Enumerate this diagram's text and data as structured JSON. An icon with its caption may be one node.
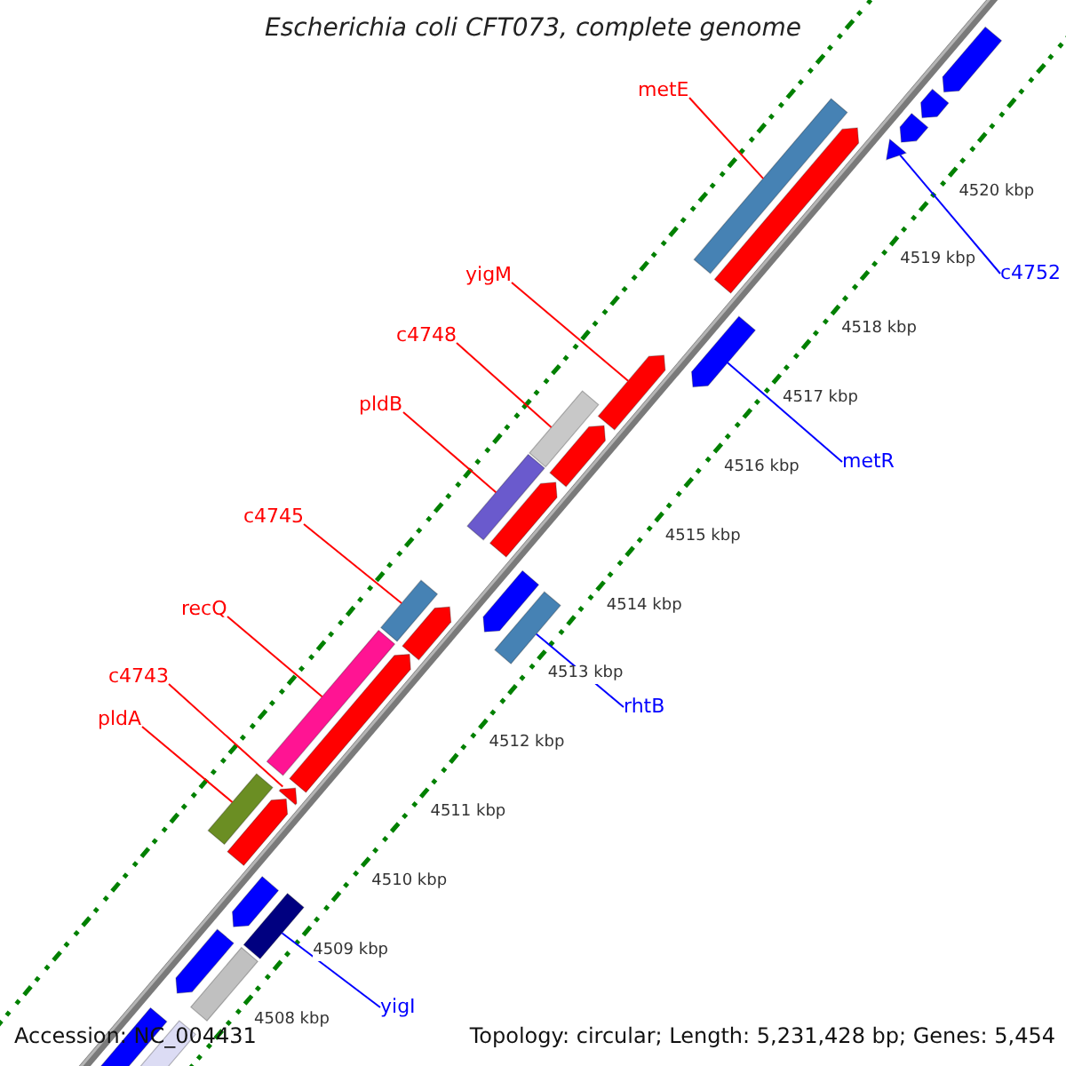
{
  "diagram": {
    "title": "Escherichia coli CFT073, complete genome",
    "nodes": [
      {
        "text": [
          "metE"
        ]
      },
      {
        "text": [],
        "shape": "bar"
      },
      {
        "text": [
          "yigM"
        ]
      },
      {
        "text": [],
        "shape": "arrow"
      },
      {
        "text": [
          "c4748"
        ]
      },
      {
        "text": [],
        "shape": "bar"
      },
      {
        "text": [
          "pldB"
        ]
      },
      {
        "text": [],
        "shape": "bar"
      },
      {
        "text": [
          "c4745"
        ]
      },
      {
        "text": [],
        "shape": "bar"
      },
      {
        "text": [
          "recQ"
        ]
      },
      {
        "text": [],
        "shape": "bar"
      },
      {
        "text": [
          "c4743"
        ]
      },
      {
        "text": [],
        "shape": "arrow"
      },
      {
        "text": [
          "pldA"
        ]
      },
      {
        "text": [],
        "shape": "bar"
      },
      {
        "text": [
          "c4752"
        ]
      },
      {
        "text": [],
        "shape": "arrow"
      },
      {
        "text": [
          "metR"
        ]
      },
      {
        "text": [],
        "shape": "arrow"
      },
      {
        "text": [
          "rhtB"
        ]
      },
      {
        "text": [],
        "shape": "bar"
      },
      {
        "text": [
          "yigI"
        ]
      },
      {
        "text": [],
        "shape": "bar"
      },
      {
        "text": [],
        "shape": "arrow"
      },
      {
        "text": [],
        "shape": "arrow"
      },
      {
        "text": [],
        "shape": "arrow"
      },
      {
        "text": [],
        "shape": "arrow"
      },
      {
        "text": [],
        "shape": "arrow"
      },
      {
        "text": [],
        "shape": "arrow"
      },
      {
        "text": [],
        "shape": "arrow"
      },
      {
        "text": [],
        "shape": "arrow"
      },
      {
        "text": [],
        "shape": "arrow"
      },
      {
        "text": [],
        "shape": "arrow"
      },
      {
        "text": [],
        "shape": "arrow"
      },
      {
        "text": [],
        "shape": "arrow"
      },
      {
        "text": [],
        "shape": "bar"
      },
      {
        "text": [],
        "shape": "arrow"
      },
      {
        "text": [],
        "shape": "bar"
      }
    ],
    "edges": [
      {
        "from": 0,
        "to": 1,
        "arrow": "none"
      },
      {
        "from": 2,
        "to": 3,
        "arrow": "none"
      },
      {
        "from": 4,
        "to": 5,
        "arrow": "none"
      },
      {
        "from": 6,
        "to": 7,
        "arrow": "none"
      },
      {
        "from": 8,
        "to": 9,
        "arrow": "none"
      },
      {
        "from": 10,
        "to": 11,
        "arrow": "none"
      },
      {
        "from": 12,
        "to": 13,
        "arrow": "none"
      },
      {
        "from": 14,
        "to": 15,
        "arrow": "none"
      },
      {
        "from": 16,
        "to": 17,
        "arrow": "none",
        "color": "#0000ff"
      },
      {
        "from": 18,
        "to": 19,
        "arrow": "none",
        "color": "#0000ff"
      },
      {
        "from": 20,
        "to": 21,
        "arrow": "none",
        "color": "#0000ff"
      },
      {
        "from": 22,
        "to": 23,
        "arrow": "none",
        "color": "#0000ff"
      }
    ],
    "labels": [
      "4520 kbp",
      "4519 kbp",
      "4518 kbp",
      "4517 kbp",
      "4516 kbp",
      "4515 kbp",
      "4514 kbp",
      "4513 kbp",
      "4512 kbp",
      "4511 kbp",
      "4510 kbp",
      "4509 kbp",
      "4508 kbp",
      "Accession: NC_004431",
      "Topology: circular; Length: 5,231,428 bp; Genes: 5,454"
    ]
  }
}
